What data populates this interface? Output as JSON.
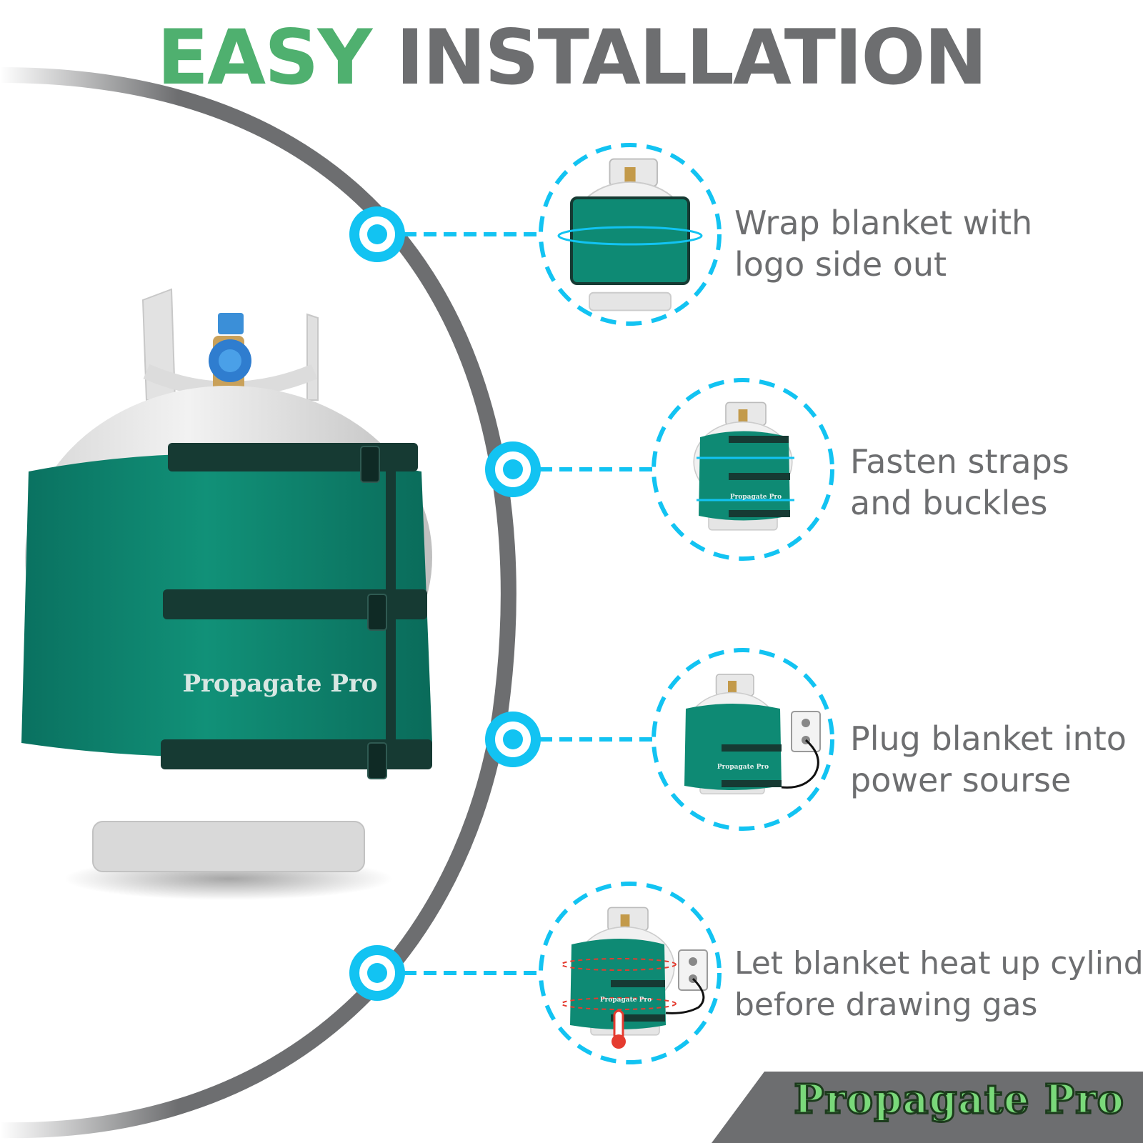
{
  "header": {
    "title_word1": "EASY",
    "title_word2": "INSTALLATION"
  },
  "product": {
    "logo_text": "Propagate Pro"
  },
  "steps": [
    {
      "line1": "Wrap blanket with",
      "line2": "logo side out"
    },
    {
      "line1": "Fasten straps",
      "line2": "and buckles"
    },
    {
      "line1": "Plug blanket into",
      "line2": "power sourse"
    },
    {
      "line1": "Let blanket heat up cylinder",
      "line2": "before drawing gas"
    }
  ],
  "footer": {
    "brand": "Propagate Pro"
  },
  "colors": {
    "accent_green": "#4fb06f",
    "title_gray": "#6d6e70",
    "cyan": "#12c3f2",
    "blanket": "#0e8a74",
    "footer_bg": "#6d6e70"
  }
}
